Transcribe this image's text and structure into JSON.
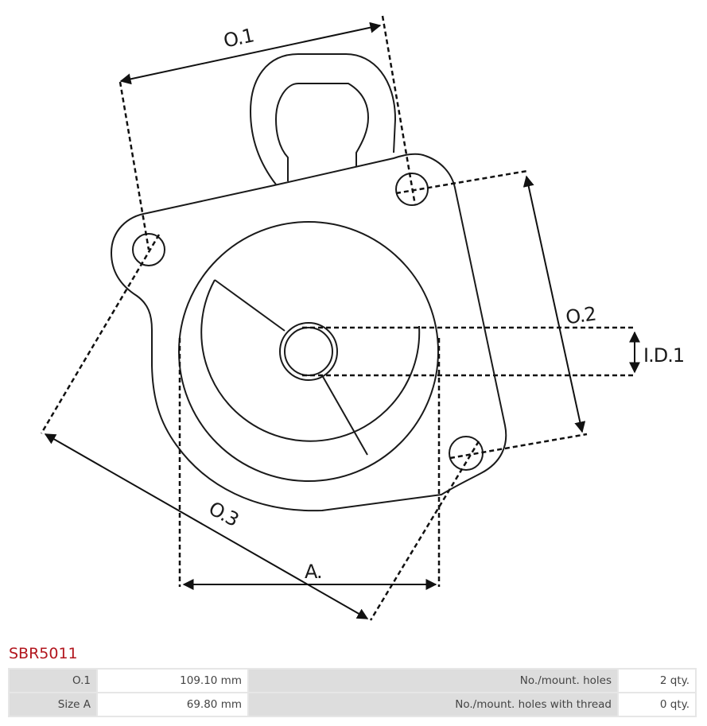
{
  "diagram": {
    "labels": {
      "o1": "O.1",
      "o2": "O.2",
      "o3": "O.3",
      "id1": "I.D.1",
      "a": "A."
    },
    "line_color": "#1a1a1a"
  },
  "product": {
    "code": "SBR5011",
    "code_color": "#b2161e"
  },
  "specs": {
    "rows": [
      {
        "label1": "O.1",
        "value1": "109.10 mm",
        "label2": "No./mount. holes",
        "value2": "2 qty."
      },
      {
        "label1": "Size A",
        "value1": "69.80 mm",
        "label2": "No./mount. holes with thread",
        "value2": "0 qty."
      }
    ]
  }
}
